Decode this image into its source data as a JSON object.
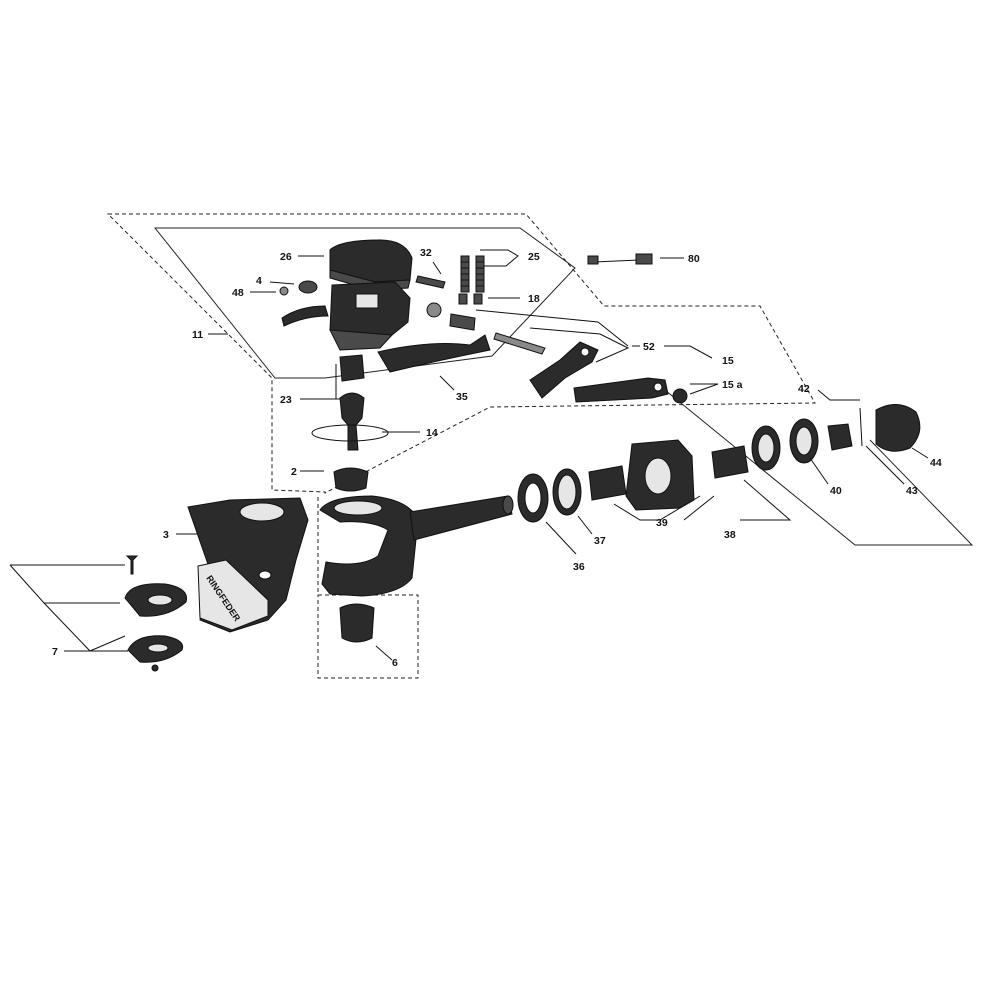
{
  "brand_text": "RINGFEDER",
  "callouts": {
    "c26": "26",
    "c32": "32",
    "c25": "25",
    "c80": "80",
    "c4": "4",
    "c48": "48",
    "c18": "18",
    "c11": "11",
    "c52": "52",
    "c15": "15",
    "c15a": "15 a",
    "c23": "23",
    "c35": "35",
    "c14": "14",
    "c42": "42",
    "c2": "2",
    "c44": "44",
    "c40": "40",
    "c43": "43",
    "c3": "3",
    "c39": "39",
    "c38": "38",
    "c37": "37",
    "c36": "36",
    "c7": "7",
    "c6": "6"
  }
}
